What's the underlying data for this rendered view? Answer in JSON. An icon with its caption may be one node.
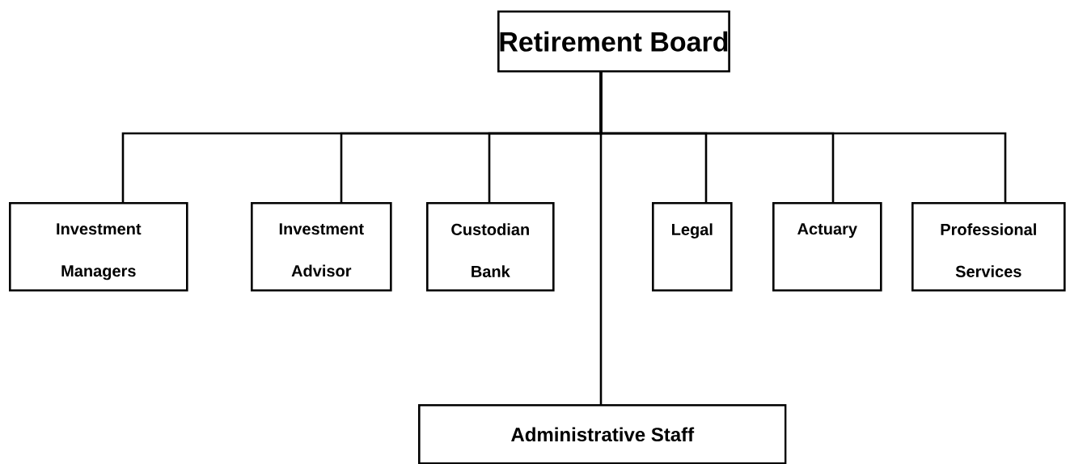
{
  "diagram": {
    "nodes": [
      {
        "text": [
          "Retirement Board"
        ]
      },
      {
        "text": [
          "Investment Managers"
        ]
      },
      {
        "text": [
          "Investment Advisor"
        ]
      },
      {
        "text": [
          "Custodian Bank"
        ]
      },
      {
        "text": [
          "Legal"
        ]
      },
      {
        "text": [
          "Actuary"
        ]
      },
      {
        "text": [
          "Professional Services"
        ]
      },
      {
        "text": [
          "Administrative Staff"
        ]
      }
    ],
    "edges": [
      {
        "from": 0,
        "to": 1,
        "arrow": "none"
      },
      {
        "from": 0,
        "to": 2,
        "arrow": "none"
      },
      {
        "from": 0,
        "to": 3,
        "arrow": "none"
      },
      {
        "from": 0,
        "to": 4,
        "arrow": "none"
      },
      {
        "from": 0,
        "to": 5,
        "arrow": "none"
      },
      {
        "from": 0,
        "to": 6,
        "arrow": "none"
      },
      {
        "from": 0,
        "to": 7,
        "arrow": "none"
      }
    ]
  }
}
